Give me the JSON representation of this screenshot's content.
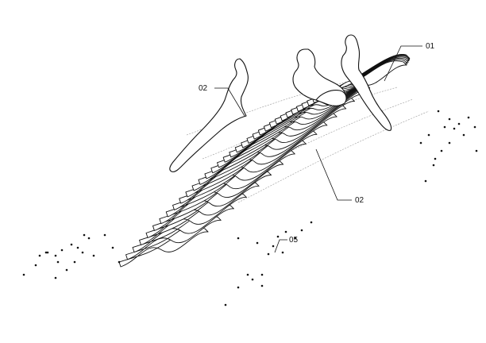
{
  "labels": {
    "callout_01": "01",
    "callout_02_left": "02",
    "callout_02_bottom": "02",
    "callout_05": "05"
  },
  "colors": {
    "line": "#111111",
    "hidden_line": "#9a9a9a",
    "background": "#ffffff"
  }
}
